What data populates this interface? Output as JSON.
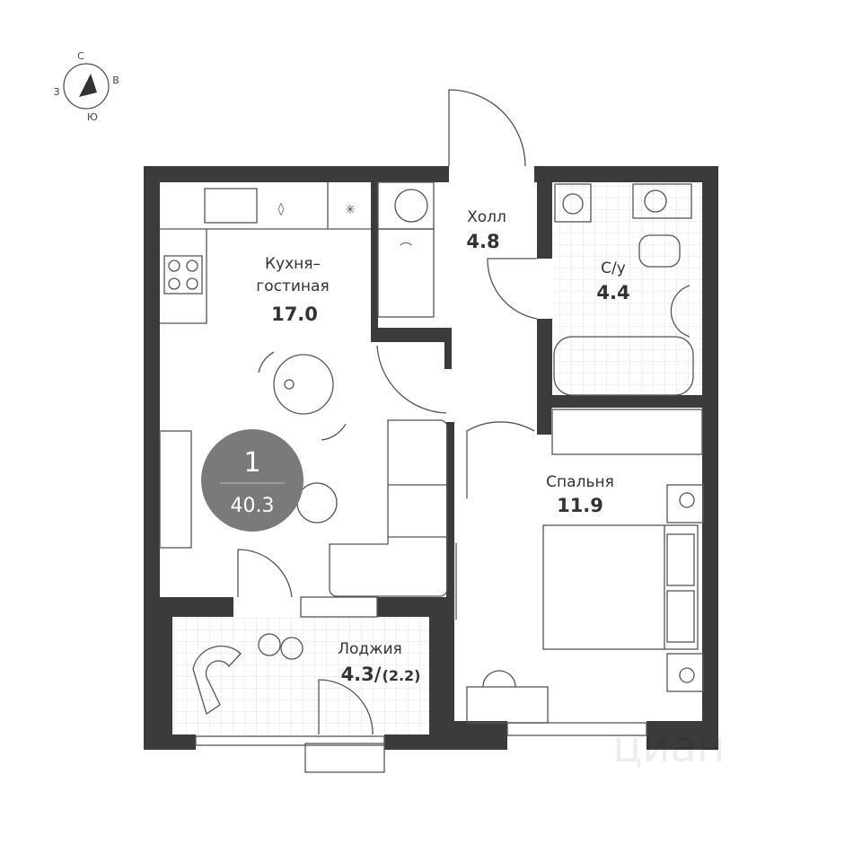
{
  "compass": {
    "north": "С",
    "east": "В",
    "south": "Ю",
    "west": "З"
  },
  "badge": {
    "rooms": "1",
    "total_area": "40.3",
    "color": "#7a7a7a"
  },
  "rooms": [
    {
      "name": "Кухня–",
      "name2": "гостиная",
      "area": "17.0"
    },
    {
      "name": "Холл",
      "area": "4.8"
    },
    {
      "name": "С/у",
      "area": "4.4"
    },
    {
      "name": "Спальня",
      "area": "11.9"
    },
    {
      "name": "Лоджия",
      "area": "4.3/",
      "area_extra": "(2.2)"
    }
  ],
  "watermark": "циан",
  "colors": {
    "wall": "#3b3b3b",
    "line": "#555555"
  }
}
